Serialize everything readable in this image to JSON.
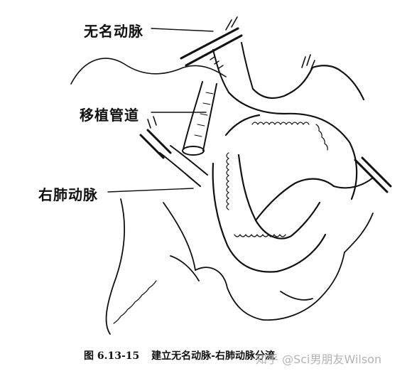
{
  "labels": {
    "innominate_artery": "无名动脉",
    "graft": "移植管道",
    "right_pulmonary_artery": "右肺动脉"
  },
  "caption": {
    "number": "图 6.13-15",
    "title": "建立无名动脉-右肺动脉分流"
  },
  "watermark": "知乎 @Sci男朋友Wilson",
  "colors": {
    "ink": "#111111",
    "background": "#ffffff",
    "watermark": "#a8a8a8"
  }
}
